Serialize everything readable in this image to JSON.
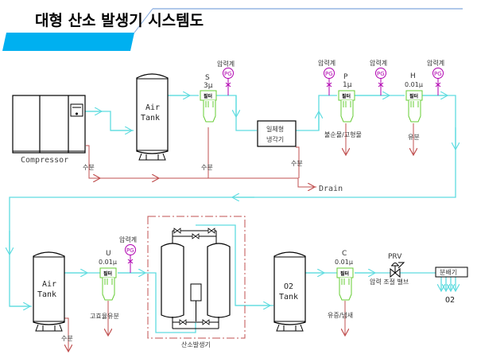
{
  "title": "대형 산소 발생기 시스템도",
  "colors": {
    "title_bar": "#00b0f0",
    "title_rule": "#7fa6dd",
    "air_line": "#5fdce0",
    "drain_line": "#c05050",
    "filter": "#66cc33",
    "gauge": "#b000b0"
  },
  "equipment": {
    "compressor": {
      "label": "Compressor",
      "drain_label": "수분"
    },
    "air_tank_1": {
      "line1": "Air",
      "line2": "Tank",
      "drain_label": "수분"
    },
    "filter_s": {
      "grade": "S",
      "micron": "3μ",
      "tag": "필터",
      "gauge_label": "압력계",
      "gauge_text": "PG"
    },
    "dryer": {
      "line1": "일체형",
      "line2": "냉각기",
      "drain_label": "수분"
    },
    "filter_p": {
      "grade": "P",
      "micron": "1μ",
      "tag": "필터",
      "gauge_label": "압력계",
      "gauge_text": "PG",
      "drain_label": "불순물/고형물"
    },
    "filter_h": {
      "grade": "H",
      "micron": "0.01μ",
      "tag": "필터",
      "gauge_label_before": "압력계",
      "gauge_label_after": "압력계",
      "gauge_text": "PG",
      "drain_label": "유분"
    },
    "drain_outlet": {
      "label": "Drain"
    },
    "air_tank_2": {
      "line1": "Air",
      "line2": "Tank",
      "drain_label": "수분"
    },
    "filter_u": {
      "grade": "U",
      "micron": "0.01μ",
      "tag": "필터",
      "gauge_label": "압력계",
      "gauge_text": "PG",
      "drain_label": "고효율유분"
    },
    "oxygen_generator": {
      "label": "산소발생기"
    },
    "o2_tank": {
      "line1": "O2",
      "line2": "Tank"
    },
    "filter_c": {
      "grade": "C",
      "micron": "0.01μ",
      "tag": "필터",
      "drain_label": "유증/냄새"
    },
    "prv": {
      "tag": "PRV",
      "label": "압력 조절 밸브"
    },
    "distributor": {
      "label": "분배기",
      "output_label": "O2"
    }
  }
}
